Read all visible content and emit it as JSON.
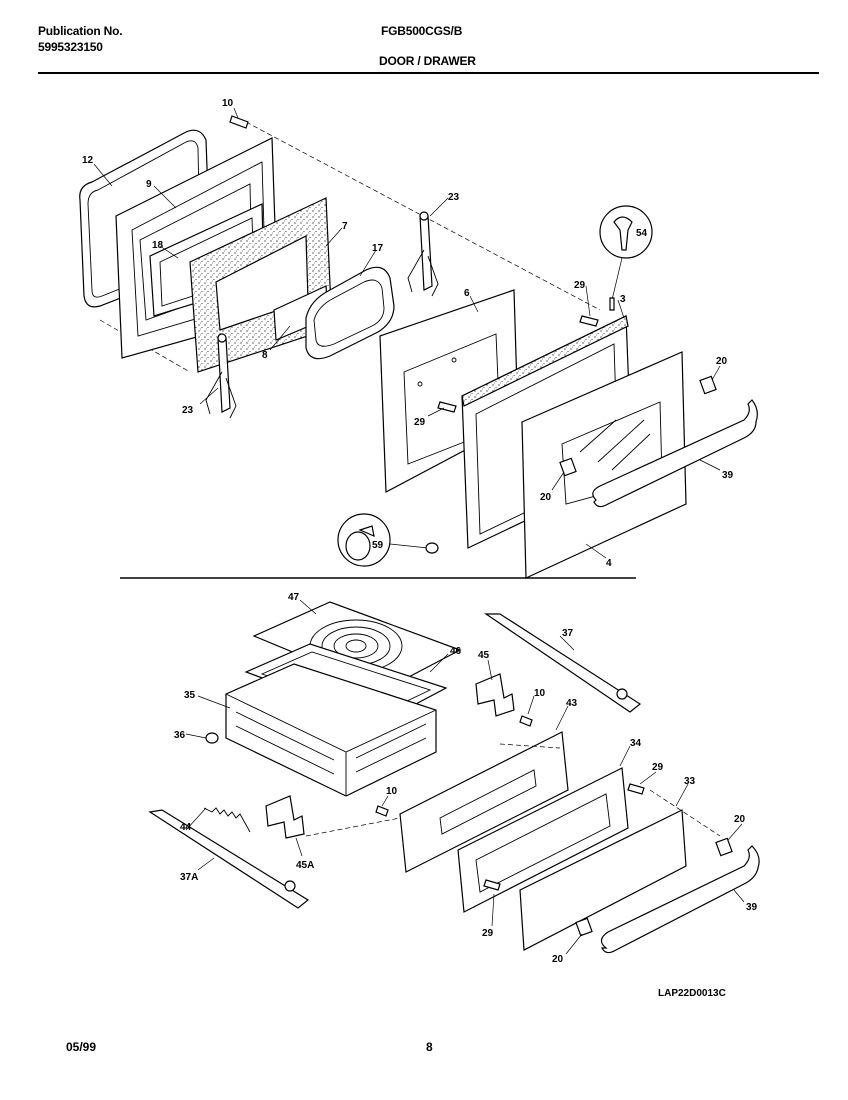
{
  "header": {
    "publication_label": "Publication No.",
    "publication_number": "5995323150",
    "model": "FGB500CGS/B",
    "section_title": "DOOR / DRAWER"
  },
  "diagram": {
    "callouts": {
      "c10a": "10",
      "c12": "12",
      "c9": "9",
      "c18": "18",
      "c7": "7",
      "c17": "17",
      "c23a": "23",
      "c23b": "23",
      "c8": "8",
      "c54": "54",
      "c29a": "29",
      "c3": "3",
      "c6": "6",
      "c29b": "29",
      "c20a": "20",
      "c20b": "20",
      "c39a": "39",
      "c4": "4",
      "c59": "59",
      "c47": "47",
      "c46": "46",
      "c35": "35",
      "c36": "36",
      "c37": "37",
      "c45": "45",
      "c10b": "10",
      "c43": "43",
      "c34": "34",
      "c29c": "29",
      "c33": "33",
      "c10c": "10",
      "c44": "44",
      "c37A": "37A",
      "c45A": "45A",
      "c20c": "20",
      "c29d": "29",
      "c20d": "20",
      "c39b": "39"
    },
    "drawing_code": "LAP22D0013C"
  },
  "footer": {
    "date": "05/99",
    "page_number": "8"
  }
}
